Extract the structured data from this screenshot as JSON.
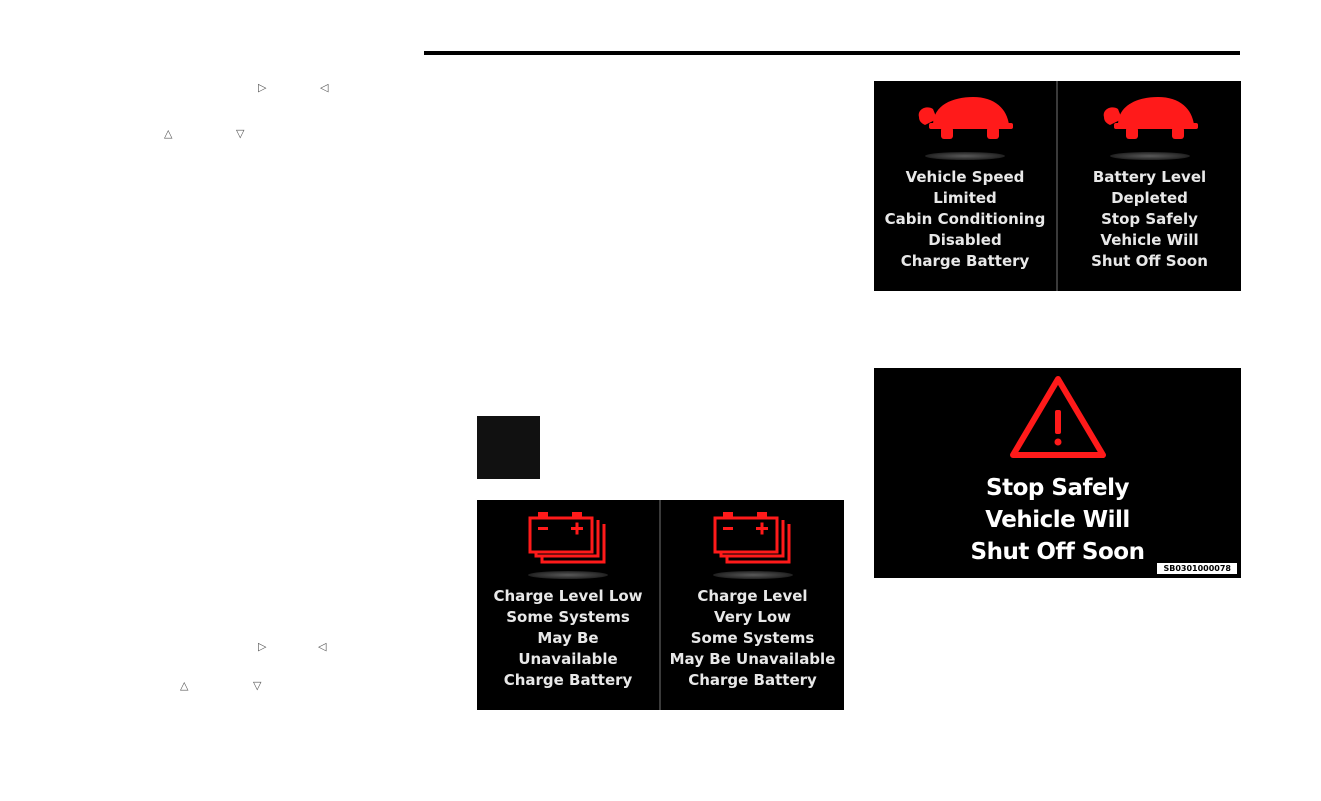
{
  "margin_glyphs": {
    "top_right": "▷",
    "top_left": "◁",
    "top_up": "△",
    "top_down": "▽",
    "bottom_right": "▷",
    "bottom_left": "◁",
    "bottom_up": "△",
    "bottom_down": "▽"
  },
  "speed_limit_panel": {
    "left": {
      "icon": "turtle-icon",
      "lines": [
        "Vehicle Speed",
        "Limited",
        "Cabin Conditioning",
        "Disabled",
        "Charge Battery"
      ]
    },
    "right": {
      "icon": "turtle-icon",
      "lines": [
        "Battery Level",
        "Depleted",
        "Stop Safely",
        "Vehicle Will",
        "Shut Off Soon"
      ]
    }
  },
  "warning_panel": {
    "icon": "warning-triangle-icon",
    "lines": [
      "Stop Safely",
      "Vehicle Will",
      "Shut Off Soon"
    ],
    "code": "SB0301000078"
  },
  "charge_panel": {
    "left": {
      "icon": "battery-stack-icon",
      "lines": [
        "Charge Level Low",
        "Some Systems",
        "May Be",
        "Unavailable",
        "Charge Battery"
      ]
    },
    "right": {
      "icon": "battery-stack-icon",
      "lines": [
        "Charge Level",
        "Very Low",
        "Some Systems",
        "May Be Unavailable",
        "Charge Battery"
      ]
    }
  },
  "colors": {
    "panel_bg": "#000000",
    "icon_red": "#ff1a1a",
    "text": "#e8e8e8"
  }
}
